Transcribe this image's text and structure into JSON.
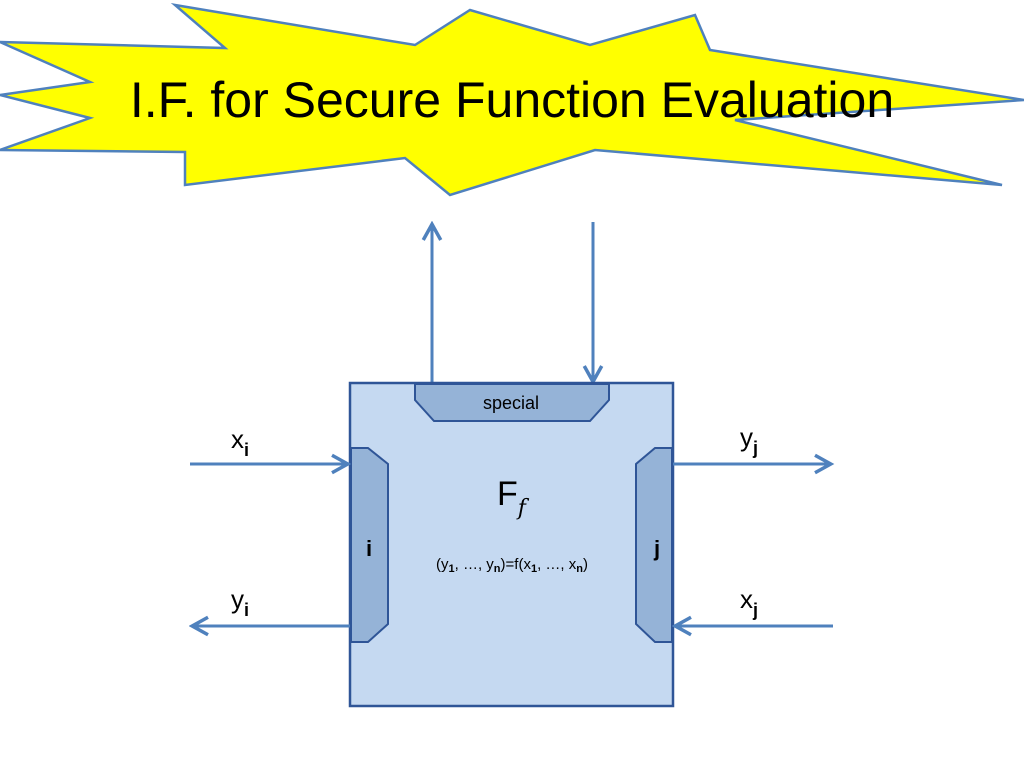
{
  "slide": {
    "title": "I.F. for Secure Function Evaluation"
  },
  "functionality": {
    "name": "F",
    "subscript": "f",
    "formula": {
      "open": "(y",
      "s1": "1",
      "mid1": ", …, y",
      "s2": "n",
      "mid2": ")=f(x",
      "s3": "1",
      "mid3": ", …, x",
      "s4": "n",
      "close": ")"
    },
    "special_port_label": "special"
  },
  "ports": {
    "left": {
      "id": "i",
      "input_var": "x",
      "input_sub": "i",
      "output_var": "y",
      "output_sub": "i"
    },
    "right": {
      "id": "j",
      "output_var": "y",
      "output_sub": "j",
      "input_var": "x",
      "input_sub": "j"
    }
  },
  "colors": {
    "burst_fill": "#ffff00",
    "burst_stroke": "#4f81bd",
    "box_fill": "#c5d9f1",
    "box_stroke": "#2f5597",
    "port_fill": "#95b3d7",
    "arrow": "#4f81bd"
  }
}
